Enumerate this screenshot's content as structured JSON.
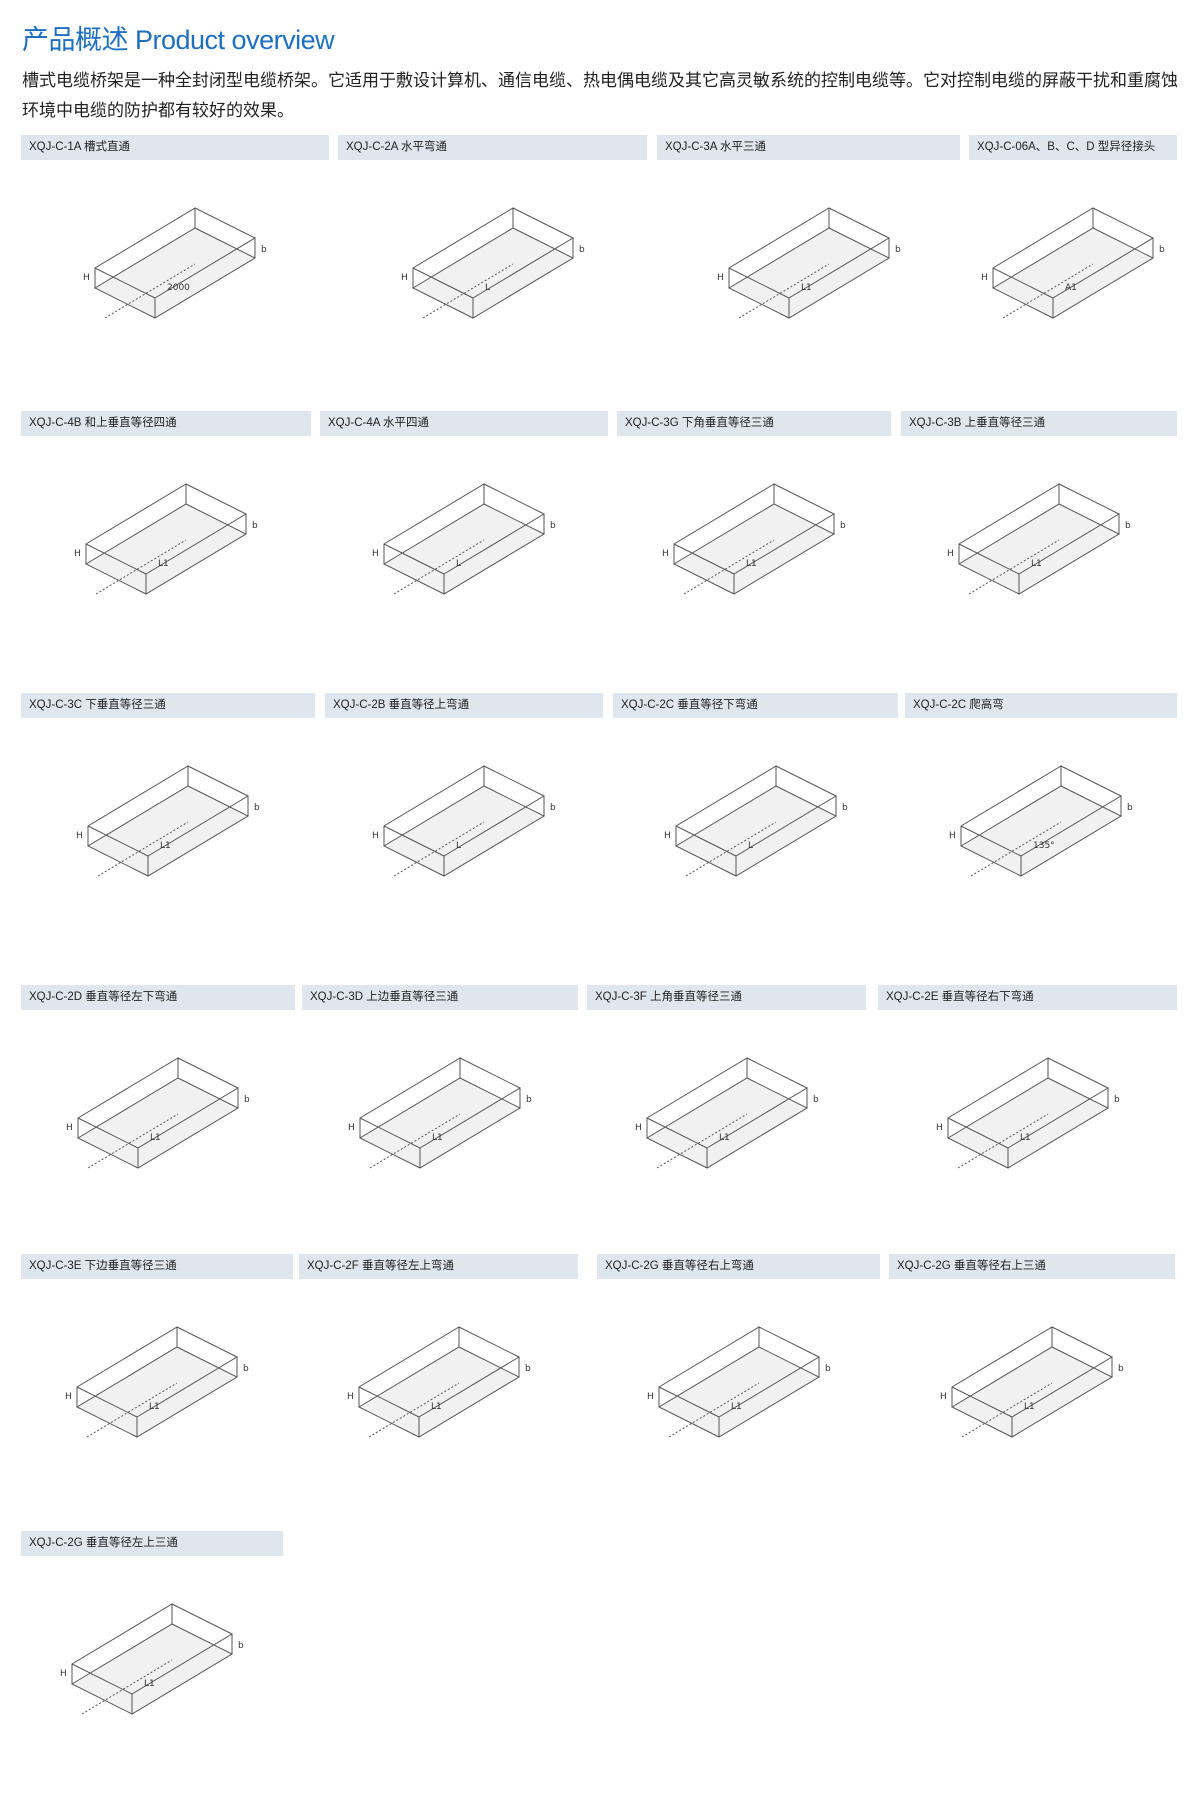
{
  "header": {
    "title": "产品概述 Product overview",
    "description": "槽式电缆桥架是一种全封闭型电缆桥架。它适用于敷设计算机、通信电缆、热电偶电缆及其它高灵敏系统的控制电缆等。它对控制电缆的屏蔽干扰和重腐蚀环境中电缆的防护都有较好的效果。"
  },
  "products": [
    {
      "label": "XQJ-C-1A 槽式直通",
      "dims": "2000"
    },
    {
      "label": "XQJ-C-2A 水平弯通",
      "dims": "L"
    },
    {
      "label": "XQJ-C-3A 水平三通",
      "dims": "L1"
    },
    {
      "label": "XQJ-C-06A、B、C、D 型异径接头",
      "dims": "A1"
    },
    {
      "label": "XQJ-C-4B 和上垂直等径四通",
      "dims": "L1"
    },
    {
      "label": "XQJ-C-4A 水平四通",
      "dims": "L"
    },
    {
      "label": "XQJ-C-3G 下角垂直等径三通",
      "dims": "L1"
    },
    {
      "label": "XQJ-C-3B 上垂直等径三通",
      "dims": "L1"
    },
    {
      "label": "XQJ-C-3C 下垂直等径三通",
      "dims": "L1"
    },
    {
      "label": "XQJ-C-2B 垂直等径上弯通",
      "dims": "L"
    },
    {
      "label": "XQJ-C-2C 垂直等径下弯通",
      "dims": "L"
    },
    {
      "label": "XQJ-C-2C 爬高弯",
      "dims": "135°"
    },
    {
      "label": "XQJ-C-2D 垂直等径左下弯通",
      "dims": "L1"
    },
    {
      "label": "XQJ-C-3D 上边垂直等径三通",
      "dims": "L1"
    },
    {
      "label": "XQJ-C-3F 上角垂直等径三通",
      "dims": "L1"
    },
    {
      "label": "XQJ-C-2E 垂直等径右下弯通",
      "dims": "L1"
    },
    {
      "label": "XQJ-C-3E 下边垂直等径三通",
      "dims": "L1"
    },
    {
      "label": "XQJ-C-2F 垂直等径左上弯通",
      "dims": "L1"
    },
    {
      "label": "XQJ-C-2G 垂直等径右上弯通",
      "dims": "L1"
    },
    {
      "label": "XQJ-C-2G 垂直等径右上三通",
      "dims": "L1"
    },
    {
      "label": "XQJ-C-2G 垂直等径左上三通",
      "dims": "L1"
    }
  ]
}
